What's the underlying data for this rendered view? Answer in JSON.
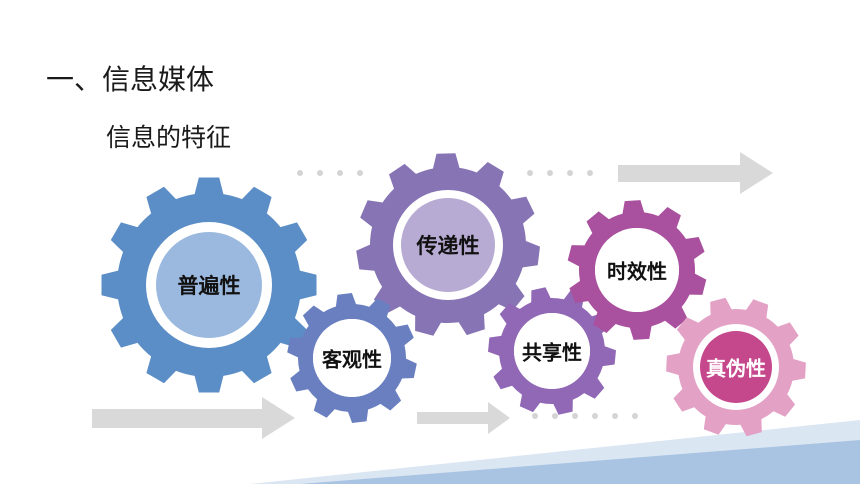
{
  "slide": {
    "title": "一、信息媒体",
    "subtitle": "信息的特征"
  },
  "gears": [
    {
      "key": "universality",
      "label": "普遍性",
      "outer_color": "#5b8dc6",
      "inner_color": "#9bb9de",
      "teeth": 12
    },
    {
      "key": "transmissibility",
      "label": "传递性",
      "outer_color": "#8674b4",
      "inner_color": "#b7aad3",
      "teeth": 11
    },
    {
      "key": "objectivity",
      "label": "客观性",
      "outer_color": "#6a7fc0",
      "inner_color": "#ffffff",
      "teeth": 10
    },
    {
      "key": "shareability",
      "label": "共享性",
      "outer_color": "#9168b6",
      "inner_color": "#ffffff",
      "teeth": 10
    },
    {
      "key": "timeliness",
      "label": "时效性",
      "outer_color": "#a9519f",
      "inner_color": "#ffffff",
      "teeth": 10
    },
    {
      "key": "authenticity",
      "label": "真伪性",
      "outer_color": "#e4a1c6",
      "inner_color": "#c5488c",
      "teeth": 10
    }
  ],
  "colors": {
    "arrow": "#d9d9d9",
    "dots": "#d4d4d4",
    "accent_stripe_light": "#dbe6f3",
    "accent_stripe_dark": "#a9c4e2"
  }
}
